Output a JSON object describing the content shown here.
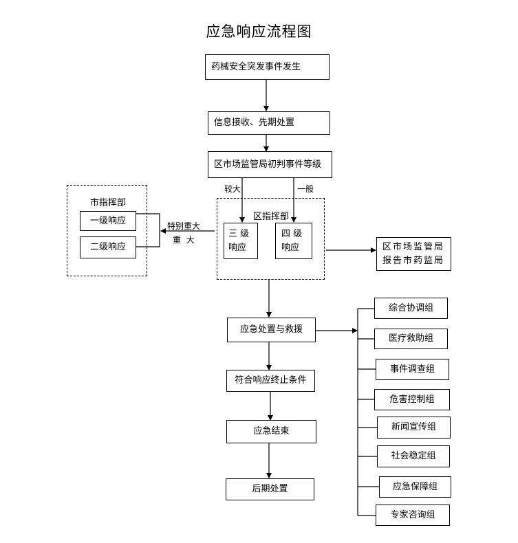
{
  "title": "应急响应流程图",
  "nodes": {
    "event_occur": "药械安全突发事件发生",
    "info_receive": "信息接收、先期处置",
    "district_judge": "区市场监管局初判事件等级",
    "city_command": "市指挥部",
    "level1": "一级响应",
    "level2": "二级响应",
    "district_command": "区指挥部",
    "level3": "三 级\n响应",
    "level4": "四 级\n响应",
    "report": "区市场监管局\n报告市药监局",
    "rescue": "应急处置与救援",
    "termination": "符合响应终止条件",
    "end": "应急结束",
    "aftermath": "后期处置"
  },
  "edge_labels": {
    "larger": "较大",
    "general": "一般",
    "special_major": "特别重大",
    "major": "重  大"
  },
  "groups": [
    "综合协调组",
    "医疗救助组",
    "事件调查组",
    "危害控制组",
    "新闻宣传组",
    "社会稳定组",
    "应急保障组",
    "专家咨询组"
  ]
}
